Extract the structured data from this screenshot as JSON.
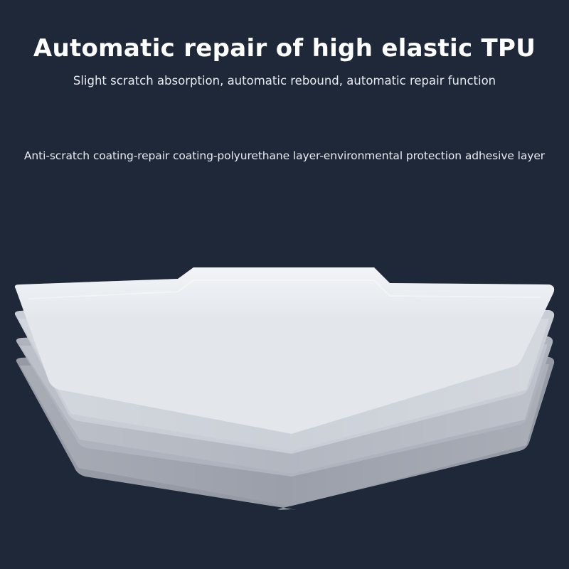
{
  "headline": "Automatic repair of high elastic TPU",
  "subheadline": "Slight scratch absorption, automatic rebound, automatic repair function",
  "layers_caption": "Anti-scratch coating-repair coating-polyurethane layer-environmental protection adhesive layer",
  "colors": {
    "background": "#1f2839",
    "text": "#ffffff",
    "layer_top": "#e3e7ec",
    "layer_2": "#c9ced6",
    "layer_3": "#aeb3bd",
    "layer_bottom": "#959aa5"
  },
  "layers": [
    {
      "id": "anti-scratch-coating"
    },
    {
      "id": "repair-coating"
    },
    {
      "id": "polyurethane-layer"
    },
    {
      "id": "environmental-protection-adhesive-layer"
    }
  ]
}
